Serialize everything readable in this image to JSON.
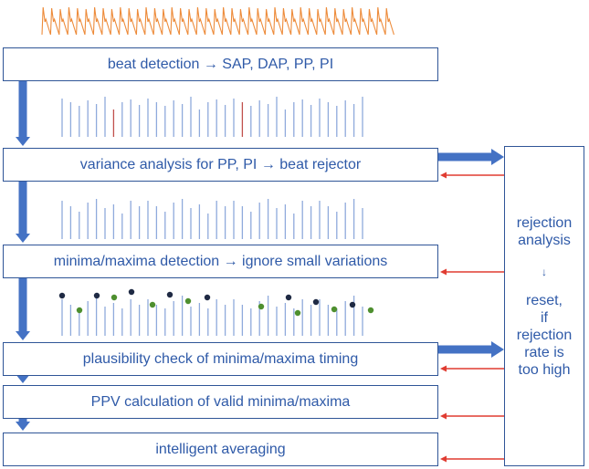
{
  "steps": [
    {
      "label": "beat detection → SAP, DAP, PP, PI"
    },
    {
      "label": "variance analysis for PP, PI → beat rejector"
    },
    {
      "label": "minima/maxima detection → ignore small variations"
    },
    {
      "label": "plausibility check of minima/maxima timing"
    },
    {
      "label": "PPV calculation of valid minima/maxima"
    },
    {
      "label": "intelligent averaging"
    }
  ],
  "side": {
    "title_lines": [
      "rejection",
      "analysis"
    ],
    "arrow_glyph": "↓",
    "body_lines": [
      "reset,",
      "if",
      "rejection",
      "rate is",
      "too high"
    ]
  },
  "colors": {
    "box_border": "#2f5597",
    "text": "#2f5aa8",
    "flow_arrow": "#4472c4",
    "feedback_arrow": "#e03c31",
    "waveform": "#ed8b3a",
    "beat_line": "#8faadc",
    "rejected_beat": "#c0504d",
    "maxima_dot": "#1f2a44",
    "minima_dot": "#4e8f2f"
  }
}
